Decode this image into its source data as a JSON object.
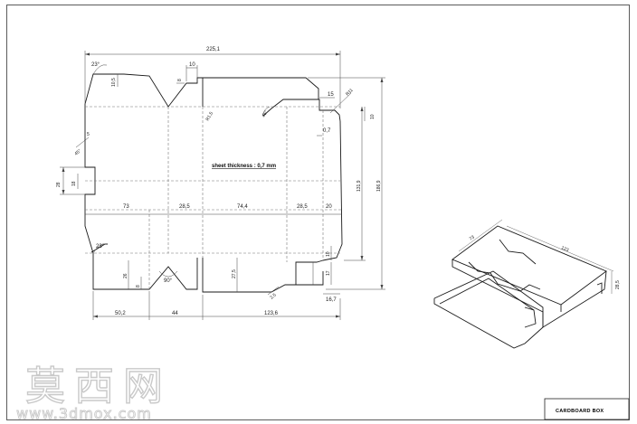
{
  "drawing": {
    "sheet_note": "sheet thickness : 0,7 mm",
    "title_block": "CARDBOARD BOX"
  },
  "dimensions": {
    "overall_width": "225,1",
    "angle_top": "23°",
    "angle_bottom": "23°",
    "tab_top_width": "10",
    "tab_top_depth": "8",
    "slot_depth": "10,5",
    "radius_small": "R1,5",
    "angle_45": "45°",
    "slot_width": "15",
    "radius_large": "R11",
    "corner_10": "10",
    "thickness_07": "0,7",
    "side_tab_5": "5",
    "side_angle_45": "45°",
    "side_height_28": "28",
    "side_height_18": "18",
    "panel_73": "73",
    "panel_28_5_a": "28,5",
    "panel_74_4": "74,4",
    "panel_28_5_b": "28,5",
    "panel_20": "20",
    "height_131_9": "131,9",
    "height_186_9": "186,9",
    "notch_26": "26",
    "notch_8": "8",
    "angle_90": "90°",
    "bottom_27_5": "27,5",
    "bottom_10": "10",
    "bottom_17": "17",
    "bottom_2_5": "2,5",
    "bottom_16_7": "16,7",
    "base_50_2": "50,2",
    "base_44": "44",
    "base_123_6": "123,6"
  },
  "iso_view": {
    "dim_depth": "73",
    "dim_length": "123",
    "dim_height": "28,5"
  },
  "watermark": {
    "brand_cn": "莫西网",
    "url": "www.3dmox.com"
  }
}
